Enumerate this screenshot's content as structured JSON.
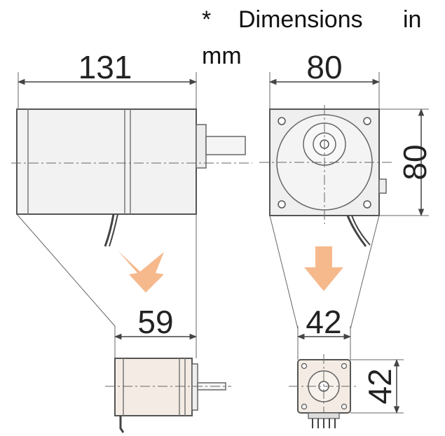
{
  "note": {
    "asterisk": "*",
    "word1": "Dimensions",
    "word2": "in",
    "unit": "mm"
  },
  "dimensions": {
    "large_length": "131",
    "large_width": "80",
    "large_height": "80",
    "small_length": "59",
    "small_width": "42",
    "small_height": "42"
  },
  "colors": {
    "motor_body": "#f2f2f2",
    "motor_outline": "#555555",
    "stepper_body": "#f4ece4",
    "arrow": "#f6b98c"
  }
}
